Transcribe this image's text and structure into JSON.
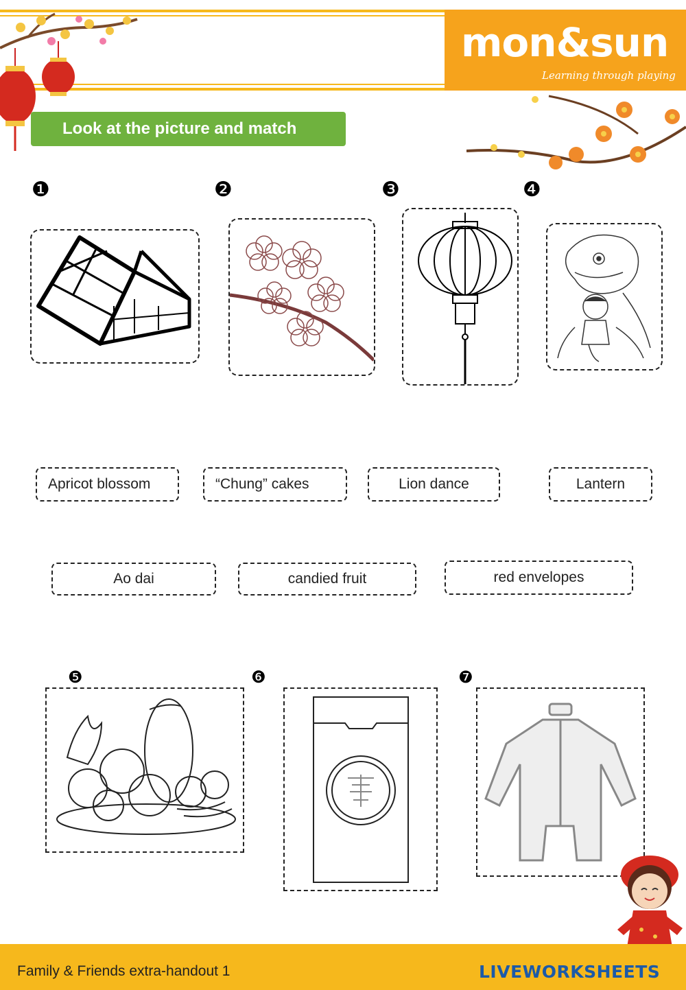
{
  "header": {
    "logo": "mon&sun",
    "tagline": "Learning through playing"
  },
  "instruction": "Look at the picture and match",
  "top_items": [
    {
      "number": "❶",
      "picture": "house-icon"
    },
    {
      "number": "❷",
      "picture": "apricot-blossom-icon"
    },
    {
      "number": "❸",
      "picture": "lantern-icon"
    },
    {
      "number": "❹",
      "picture": "lion-dance-icon"
    }
  ],
  "bottom_items": [
    {
      "number": "❺",
      "picture": "fruit-tray-icon"
    },
    {
      "number": "❻",
      "picture": "red-envelope-icon"
    },
    {
      "number": "❼",
      "picture": "ao-dai-icon"
    }
  ],
  "words_row1": [
    "Apricot blossom",
    "“Chung” cakes",
    "Lion dance",
    "Lantern"
  ],
  "words_row2": [
    "Ao dai",
    "candied fruit",
    "red envelopes"
  ],
  "footer": {
    "text": "Family & Friends extra-handout 1",
    "brand": "LIVEWORKSHEETS"
  },
  "colors": {
    "accent": "#f6b81c",
    "logo_bg": "#f6a31c",
    "instruction_bg": "#6fb23e",
    "brand": "#1c5aa8",
    "lantern_red": "#d42a1f"
  }
}
